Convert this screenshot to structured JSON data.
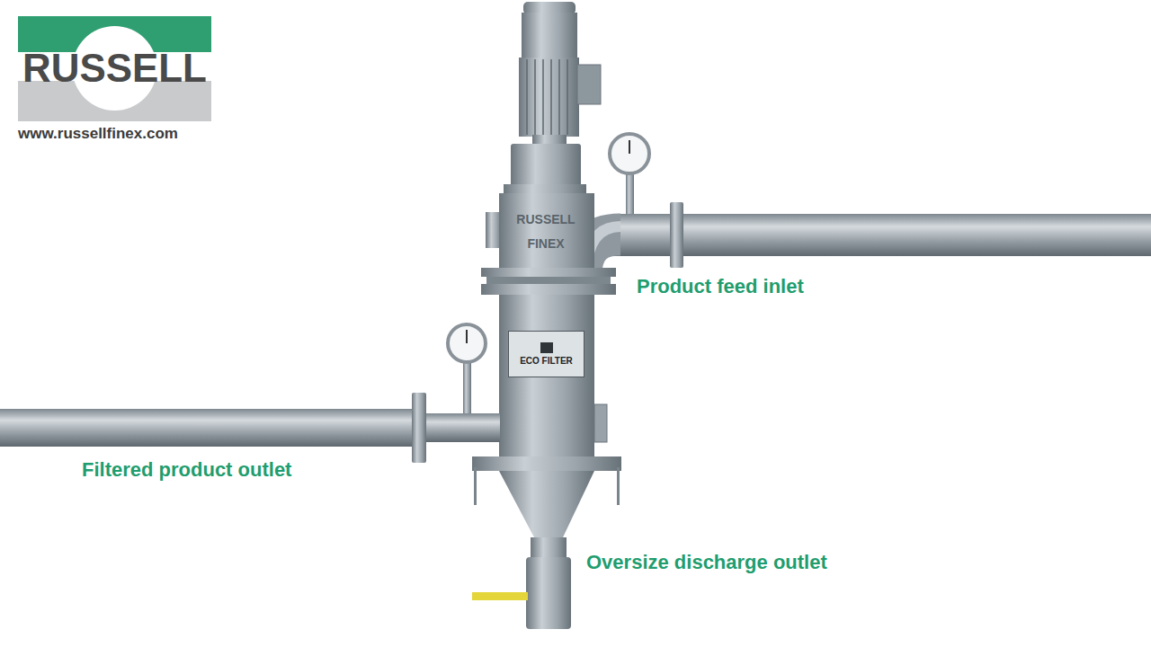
{
  "diagram": {
    "nodes": [
      {
        "text": [
          "RUSSELL"
        ]
      },
      {
        "text": [
          "ECO FILTER"
        ]
      }
    ],
    "labels": [
      "www.russellfinex.com",
      "RUSSELL",
      "FINEX",
      "Product feed inlet",
      "Filtered product outlet",
      "Oversize discharge outlet"
    ]
  }
}
